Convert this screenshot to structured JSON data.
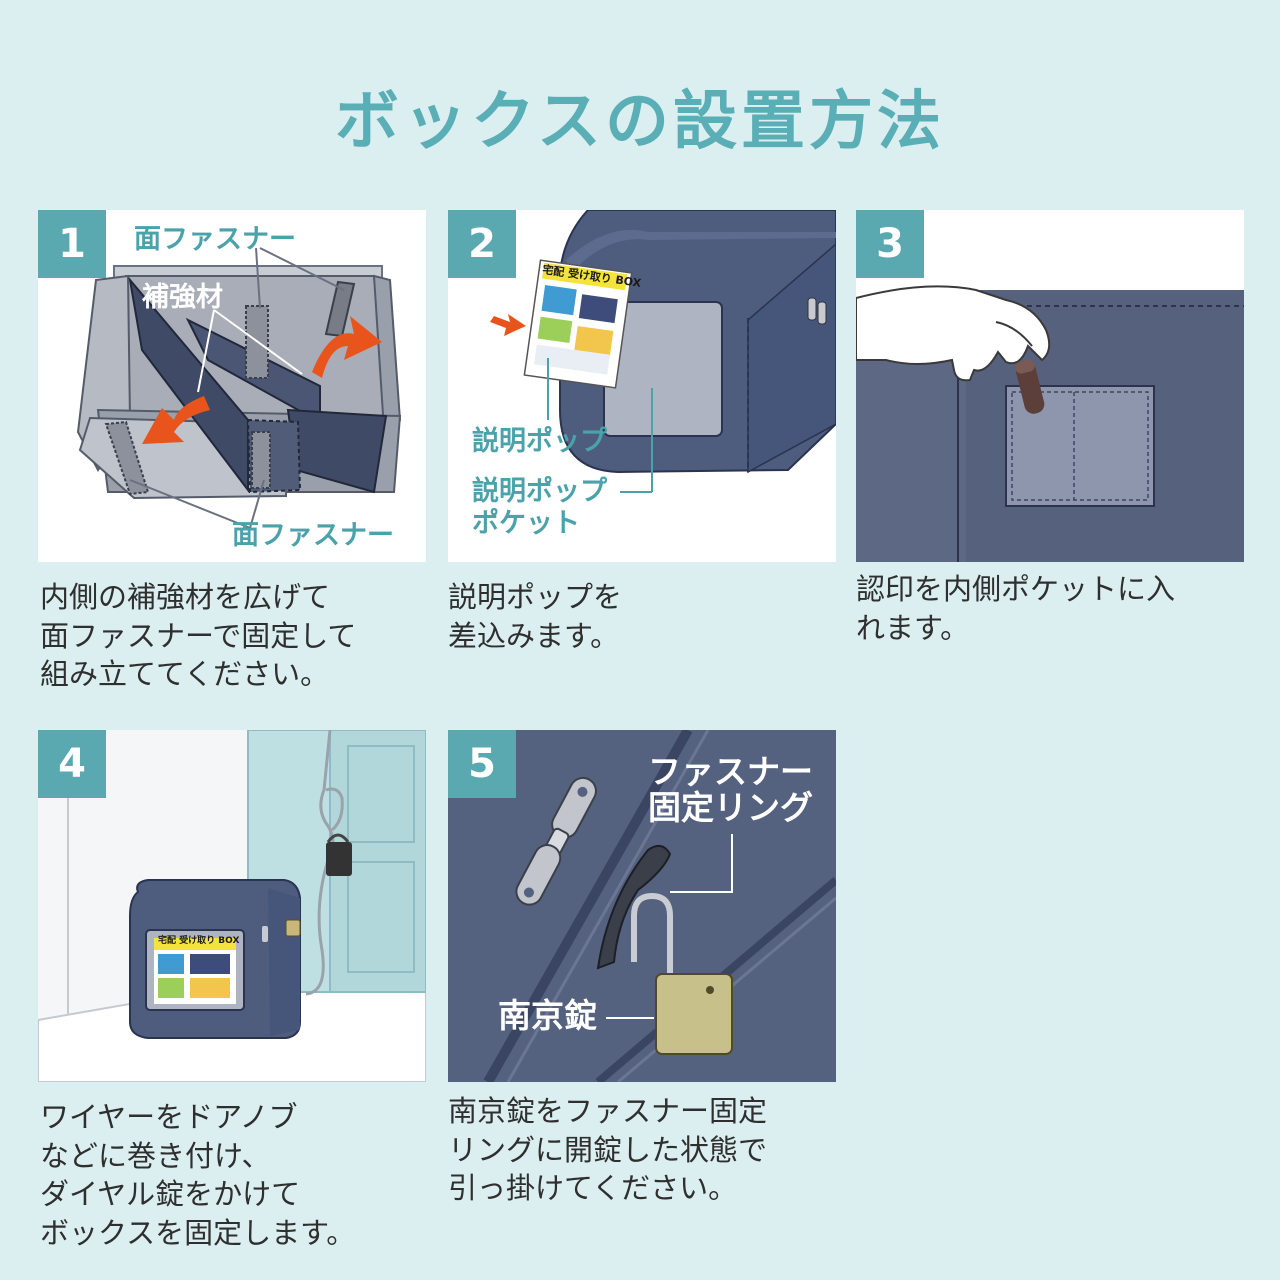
{
  "page": {
    "title": "ボックスの設置方法"
  },
  "colors": {
    "background": "#dbeef0",
    "accent": "#5aa9b1",
    "box_navy": "#4e5d7e",
    "arrow_orange": "#e8541c"
  },
  "steps": [
    {
      "number": "1",
      "labels": {
        "top_fastener": "面ファスナー",
        "reinforcement": "補強材",
        "bottom_fastener": "面ファスナー"
      },
      "description": [
        "内側の補強材を広げて",
        "面ファスナーで固定して",
        "組み立ててください。"
      ]
    },
    {
      "number": "2",
      "labels": {
        "pop": "説明ポップ",
        "pocket_line1": "説明ポップ",
        "pocket_line2": "ポケット",
        "pop_card_title": "宅配 受け取り BOX"
      },
      "description": [
        "説明ポップを",
        "差込みます。"
      ]
    },
    {
      "number": "3",
      "labels": {},
      "description": [
        "認印を内側ポケットに入",
        "れます。"
      ]
    },
    {
      "number": "4",
      "labels": {
        "pop_card_title": "宅配 受け取り BOX"
      },
      "description": [
        "ワイヤーをドアノブ",
        "などに巻き付け、",
        "ダイヤル錠をかけて",
        "ボックスを固定します。"
      ]
    },
    {
      "number": "5",
      "labels": {
        "ring_line1": "ファスナー",
        "ring_line2": "固定リング",
        "padlock": "南京錠"
      },
      "description": [
        "南京錠をファスナー固定",
        "リングに開錠した状態で",
        "引っ掛けてください。"
      ]
    }
  ]
}
